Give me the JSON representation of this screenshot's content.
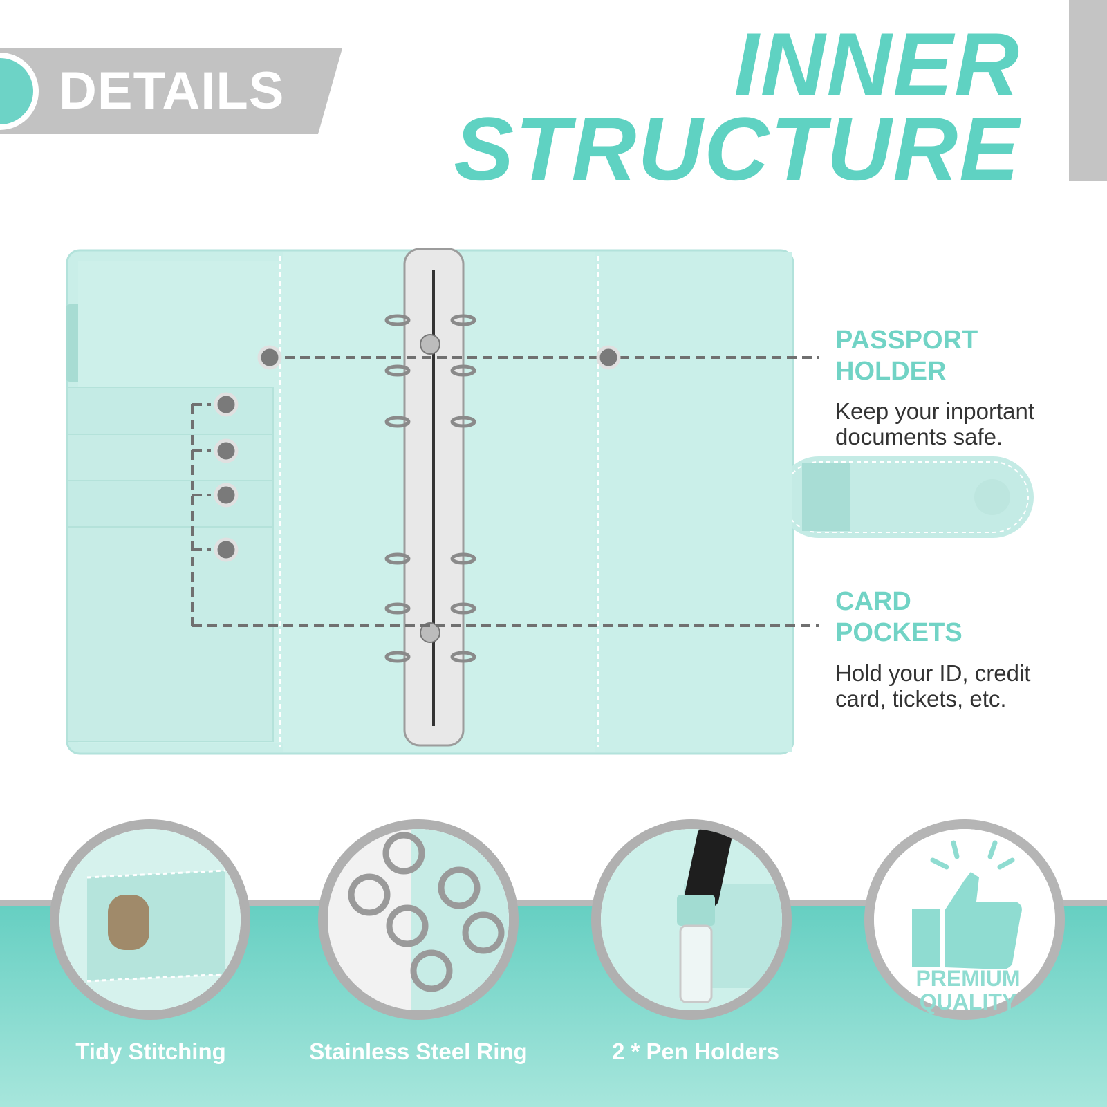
{
  "badge": {
    "label": "DETAILS"
  },
  "title": {
    "line1": "INNER",
    "line2": "STRUCTURE"
  },
  "features": [
    {
      "heading_line1": "PASSPORT",
      "heading_line2": "HOLDER",
      "desc_line1": "Keep your inportant",
      "desc_line2": "documents safe."
    },
    {
      "heading_line1": "CARD",
      "heading_line2": "POCKETS",
      "desc_line1": "Hold your ID, credit",
      "desc_line2": "card, tickets, etc."
    }
  ],
  "highlights": [
    {
      "caption": "Tidy Stitching"
    },
    {
      "caption": "Stainless Steel Ring"
    },
    {
      "caption": "2 * Pen Holders"
    }
  ],
  "premium": {
    "line1": "PREMIUM",
    "line2": "QUALITY"
  },
  "colors": {
    "accent": "#5fd2c2",
    "binder": "#c7ece6",
    "gray": "#b9b9b9"
  }
}
